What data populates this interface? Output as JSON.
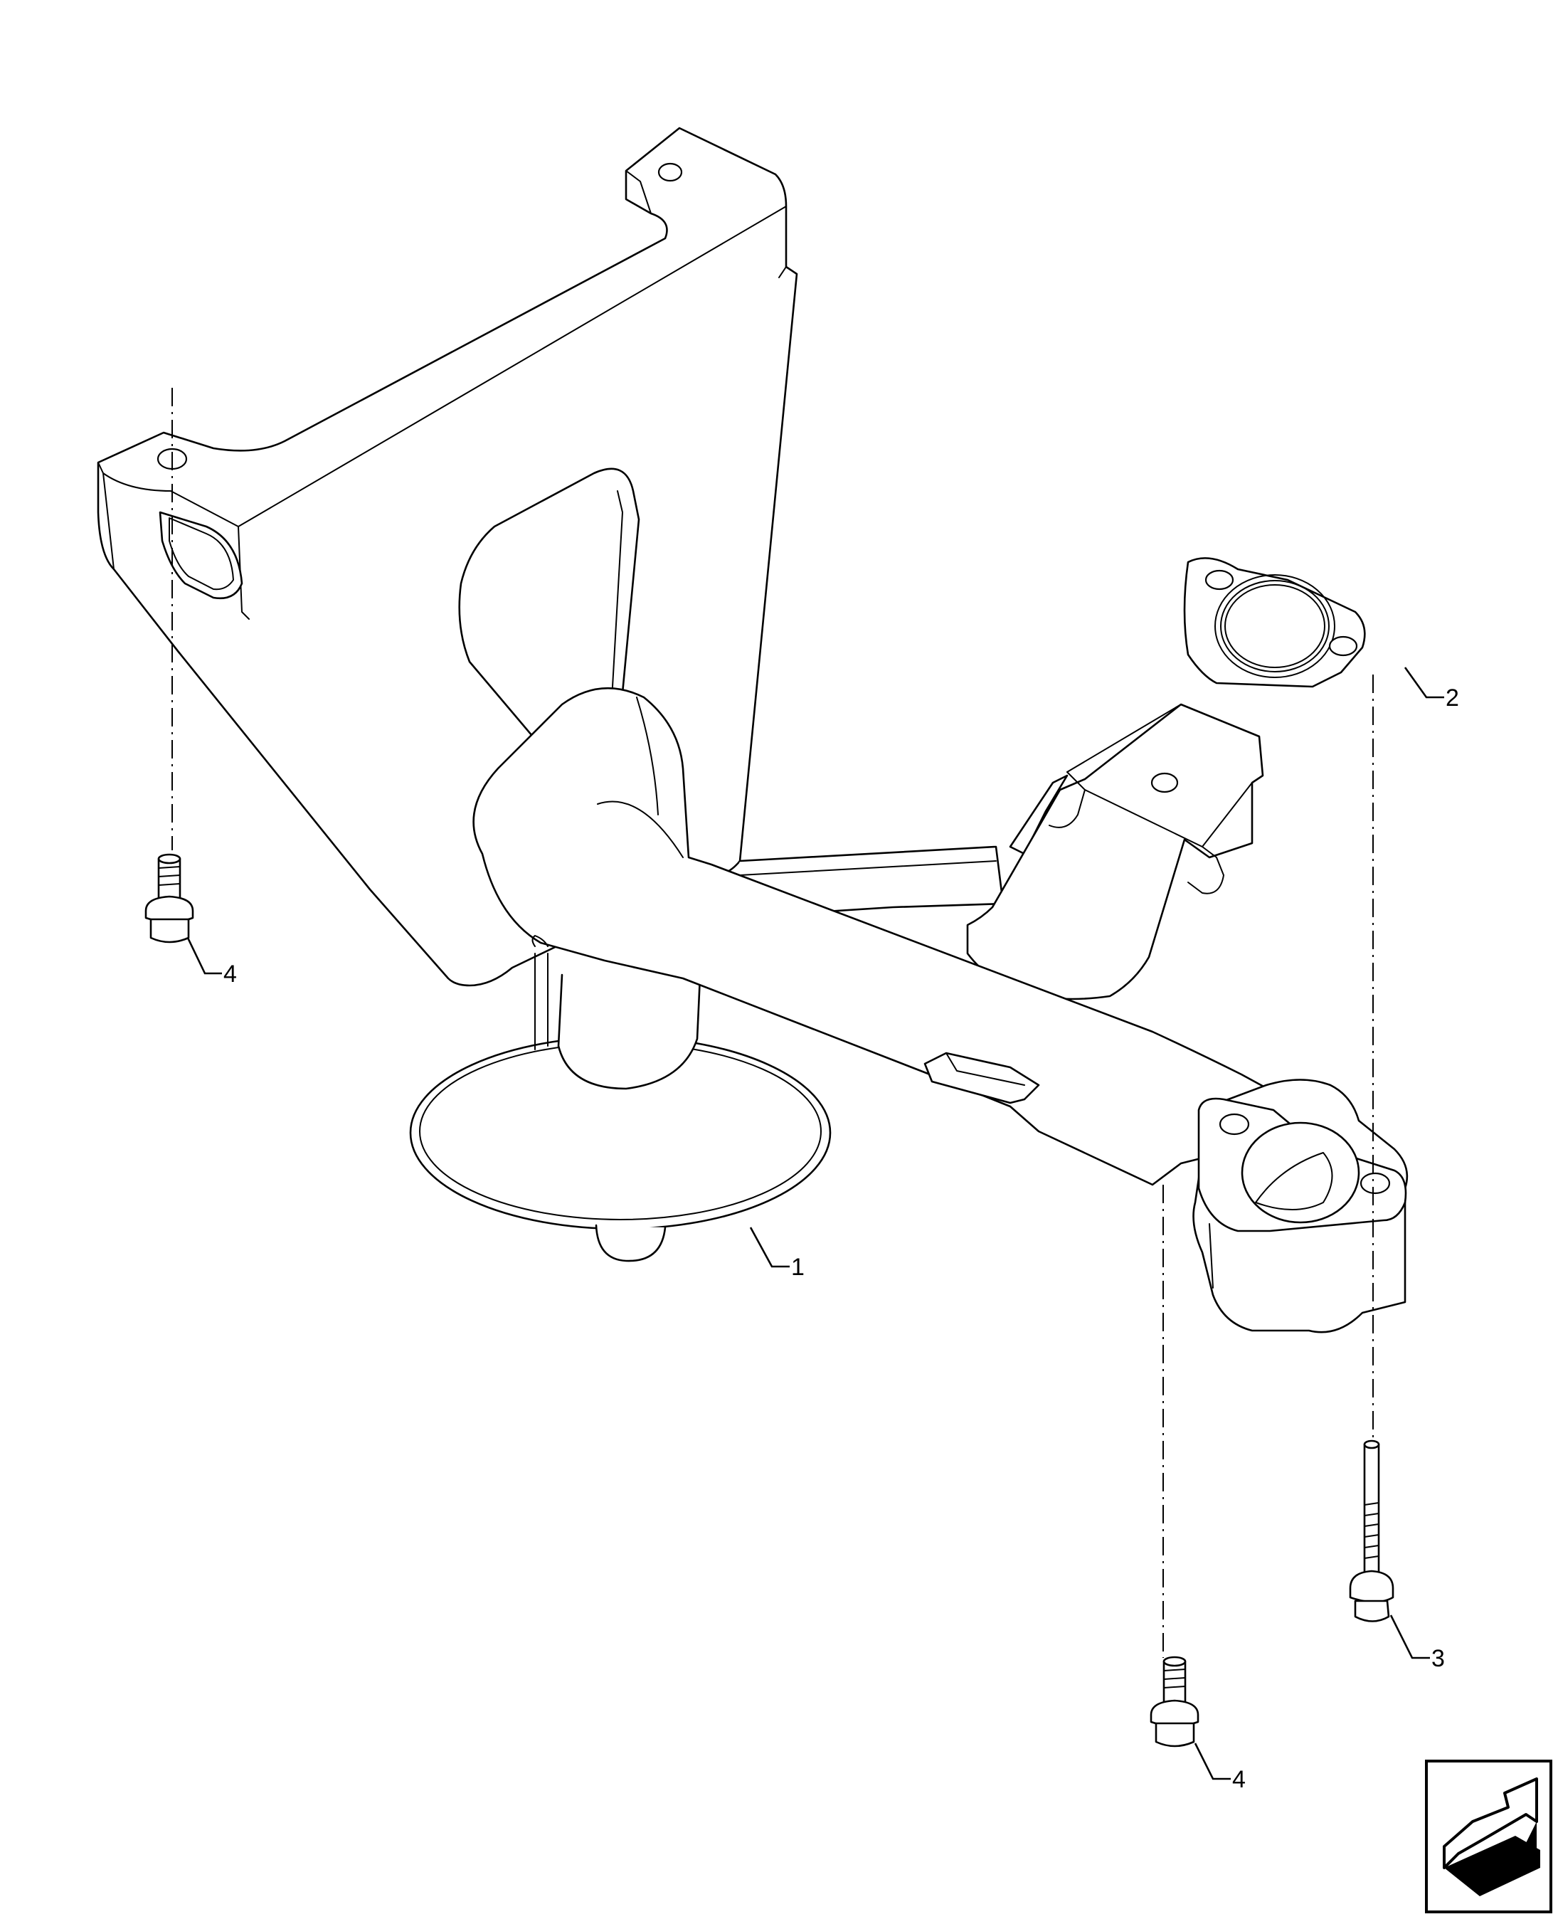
{
  "diagram": {
    "callouts": [
      {
        "id": "c1",
        "label": "1",
        "part": "oil-pump-suction-pipe"
      },
      {
        "id": "c2",
        "label": "2",
        "part": "gasket"
      },
      {
        "id": "c3",
        "label": "3",
        "part": "long-flange-bolt"
      },
      {
        "id": "c4a",
        "label": "4",
        "part": "short-flange-bolt-left"
      },
      {
        "id": "c4b",
        "label": "4",
        "part": "short-flange-bolt-bottom"
      }
    ],
    "nav_icon": "next-page-arrow-icon"
  }
}
